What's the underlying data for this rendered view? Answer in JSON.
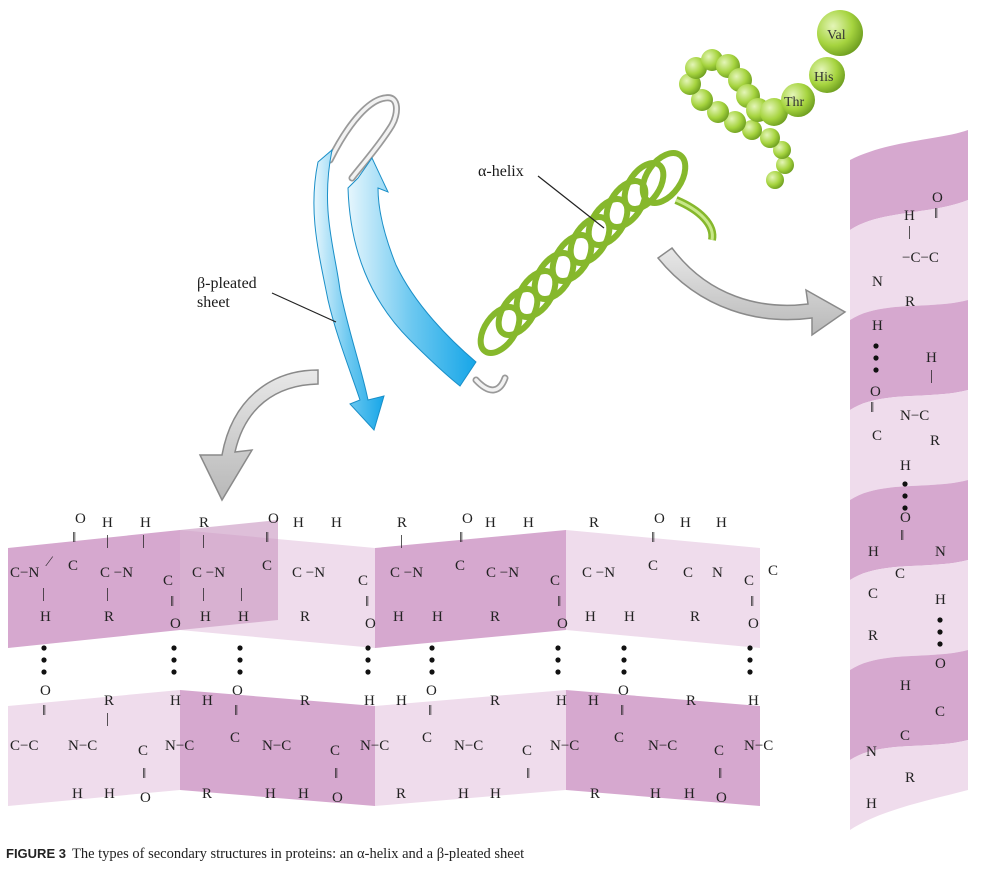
{
  "labels": {
    "beta_sheet_line1": "β-pleated",
    "beta_sheet_line2": "sheet",
    "alpha_helix": "α-helix"
  },
  "residues": [
    "Thr",
    "His",
    "Val"
  ],
  "caption": {
    "figure_number": "FIGURE 3",
    "text": "The types of secondary structures in proteins: an α-helix and a β-pleated sheet"
  },
  "colors": {
    "sheet_dark": "#d6a8cf",
    "sheet_light": "#efdcec",
    "beta_strand": "#2bb3ee",
    "helix_green": "#9ccd3c",
    "arrow_gray": "#c8c8c8"
  }
}
